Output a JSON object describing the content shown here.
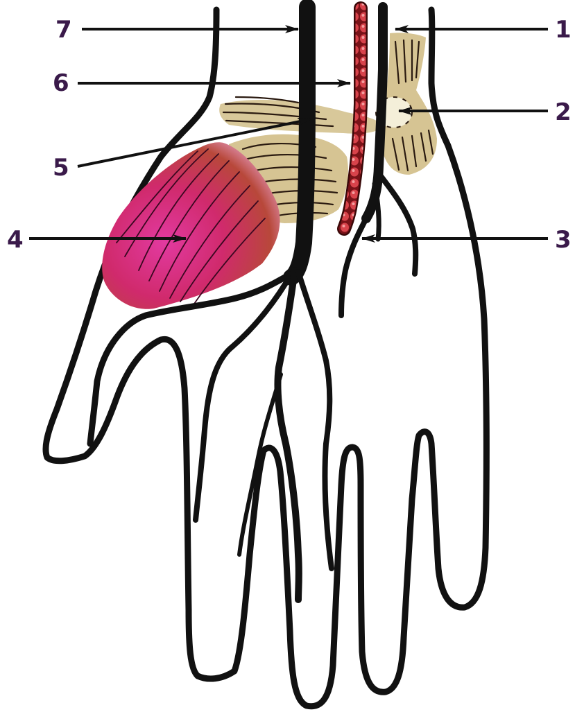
{
  "labels": {
    "l1": "1",
    "l2": "2",
    "l3": "3",
    "l4": "4",
    "l5": "5",
    "l6": "6",
    "l7": "7"
  },
  "colors": {
    "outline": "#111111",
    "label": "#3a1a4a",
    "artery": "#c8323c",
    "muscle": "#d0287a",
    "ligament": "#d2c08c"
  }
}
